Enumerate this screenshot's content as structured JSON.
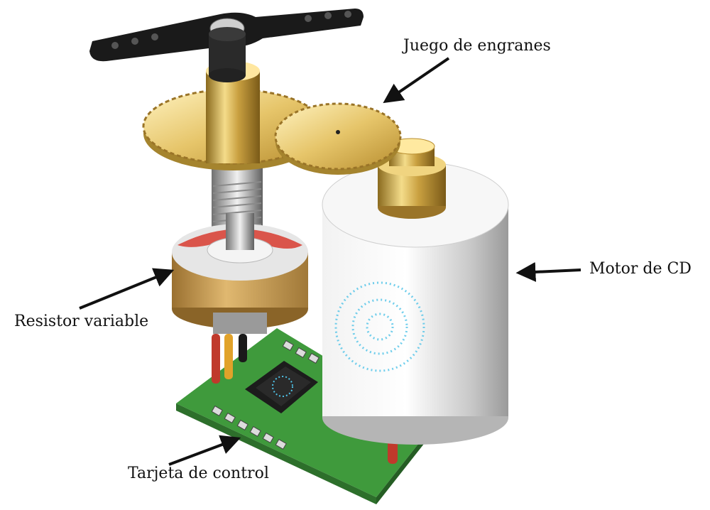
{
  "labels": {
    "gears": "Juego de engranes",
    "motor": "Motor de CD",
    "resistor": "Resistor variable",
    "board": "Tarjeta de control"
  },
  "colors": {
    "gold": "#d8b04a",
    "board_green": "#3f9a3c",
    "motor_silver": "#d9d9d9",
    "horn_black": "#1a1a1a",
    "wire_red": "#c0392b",
    "wire_yellow": "#e1a22a",
    "motor_logo_blue": "#4fc3e8"
  }
}
